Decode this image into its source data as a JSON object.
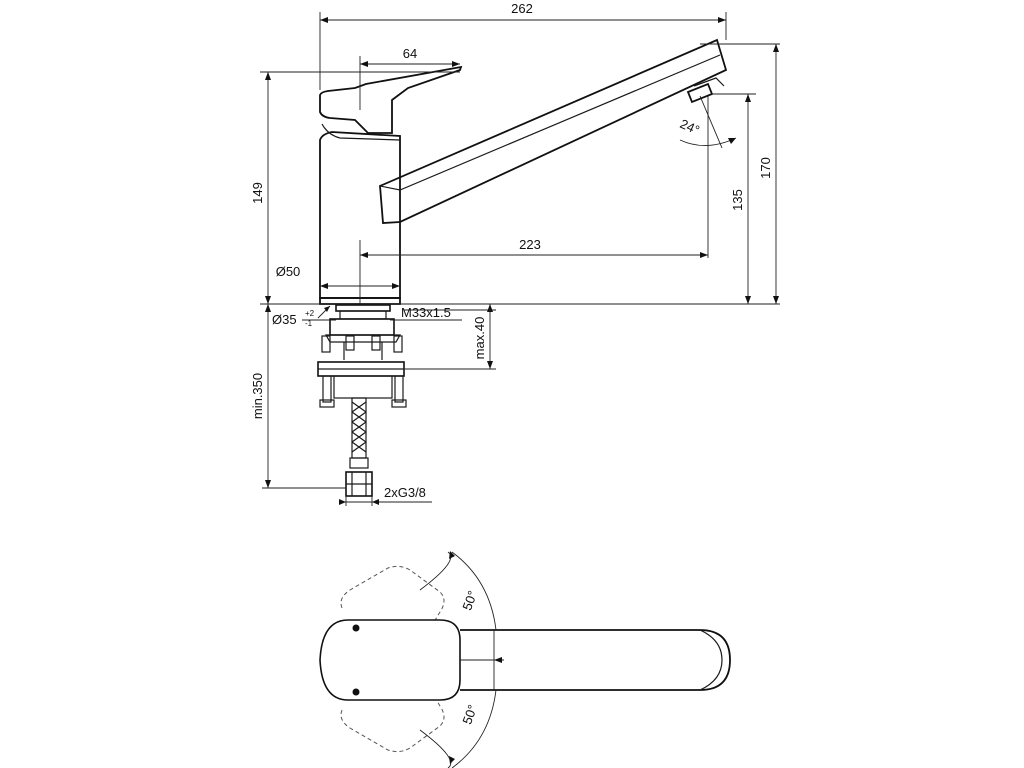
{
  "dimensions": {
    "overall_width": "262",
    "lever_length": "64",
    "body_height": "149",
    "spout_reach": "223",
    "spout_height": "135",
    "overall_height": "170",
    "angle_spout": "24°",
    "body_diameter": "Ø50",
    "hole_diameter": "Ø35",
    "hole_tol_upper": "+2",
    "hole_tol_lower": "-1",
    "thread": "M33x1.5",
    "max_thickness": "max.40",
    "min_hose": "min.350",
    "connection": "2xG3/8",
    "lever_angle_left": "50°",
    "lever_angle_right": "50°"
  }
}
